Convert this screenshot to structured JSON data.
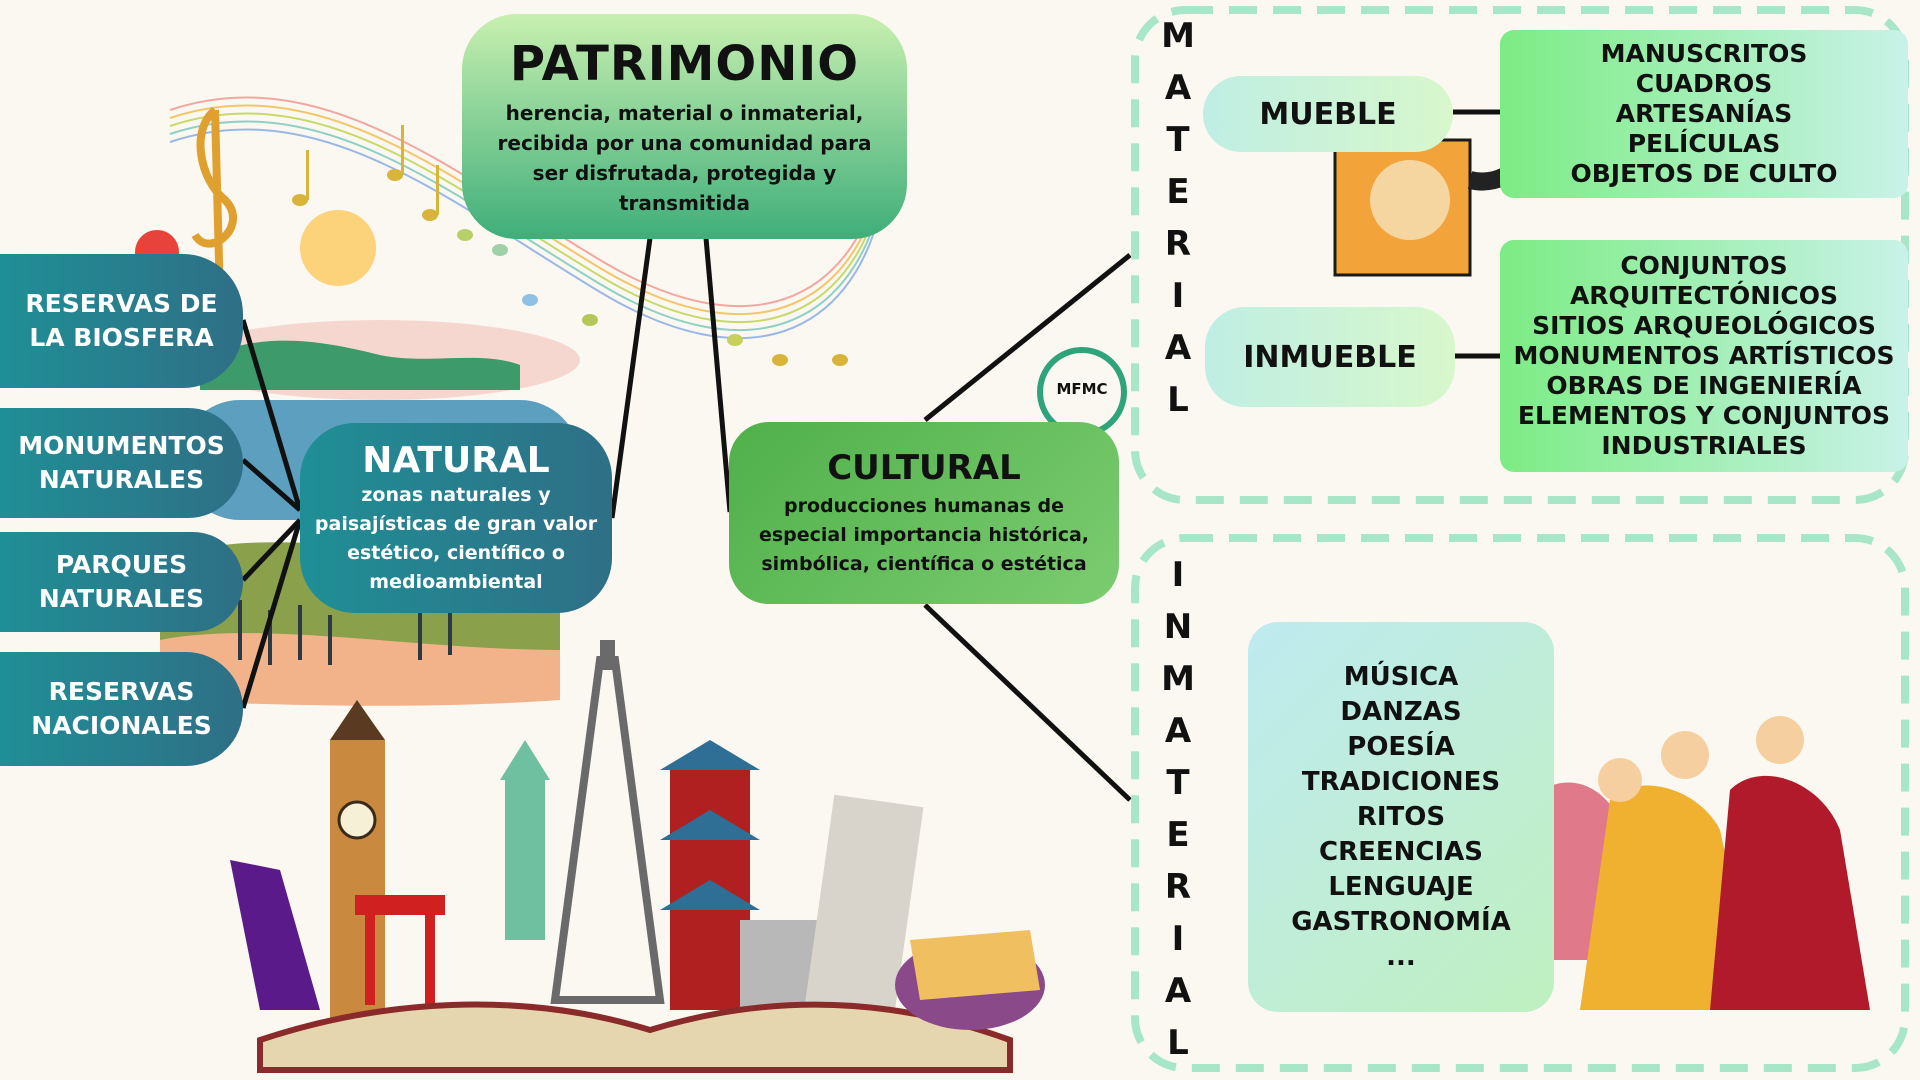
{
  "patrimonio": {
    "title": "PATRIMONIO",
    "desc": [
      "herencia, material o inmaterial,",
      "recibida por una comunidad  para",
      "ser disfrutada, protegida y",
      "transmitida"
    ]
  },
  "natural": {
    "title": "NATURAL",
    "desc": [
      "zonas naturales y",
      "paisajísticas de gran valor",
      "estético, científico o",
      "medioambiental"
    ],
    "items": [
      [
        "RESERVAS DE",
        "LA BIOSFERA"
      ],
      [
        "MONUMENTOS",
        "NATURALES"
      ],
      [
        "PARQUES",
        "NATURALES"
      ],
      [
        "RESERVAS",
        "NACIONALES"
      ]
    ]
  },
  "cultural": {
    "title": "CULTURAL",
    "desc": [
      "producciones humanas de",
      "especial importancia histórica,",
      "simbólica, científica o estética"
    ]
  },
  "logo": {
    "text": "MFMC"
  },
  "material": {
    "label": "MATERIAL",
    "mueble": {
      "label": "MUEBLE",
      "items": [
        "MANUSCRITOS",
        "CUADROS",
        "ARTESANÍAS",
        "PELÍCULAS",
        "OBJETOS DE CULTO"
      ]
    },
    "inmueble": {
      "label": "INMUEBLE",
      "items": [
        "CONJUNTOS",
        "ARQUITECTÓNICOS",
        "SITIOS ARQUEOLÓGICOS",
        "MONUMENTOS ARTÍSTICOS",
        "OBRAS DE INGENIERÍA",
        "ELEMENTOS Y CONJUNTOS",
        "INDUSTRIALES"
      ]
    }
  },
  "inmaterial": {
    "label": "INMATERIAL",
    "items": [
      "MÚSICA",
      "DANZAS",
      "POESÍA",
      "TRADICIONES",
      "RITOS",
      "CREENCIAS",
      "LENGUAJE",
      "GASTRONOMÍA",
      "..."
    ]
  },
  "colors": {
    "teal": "#1f8f96",
    "green": "#5fbf5a",
    "mint": "#c9f2e8",
    "dash": "#a8e6c8"
  }
}
